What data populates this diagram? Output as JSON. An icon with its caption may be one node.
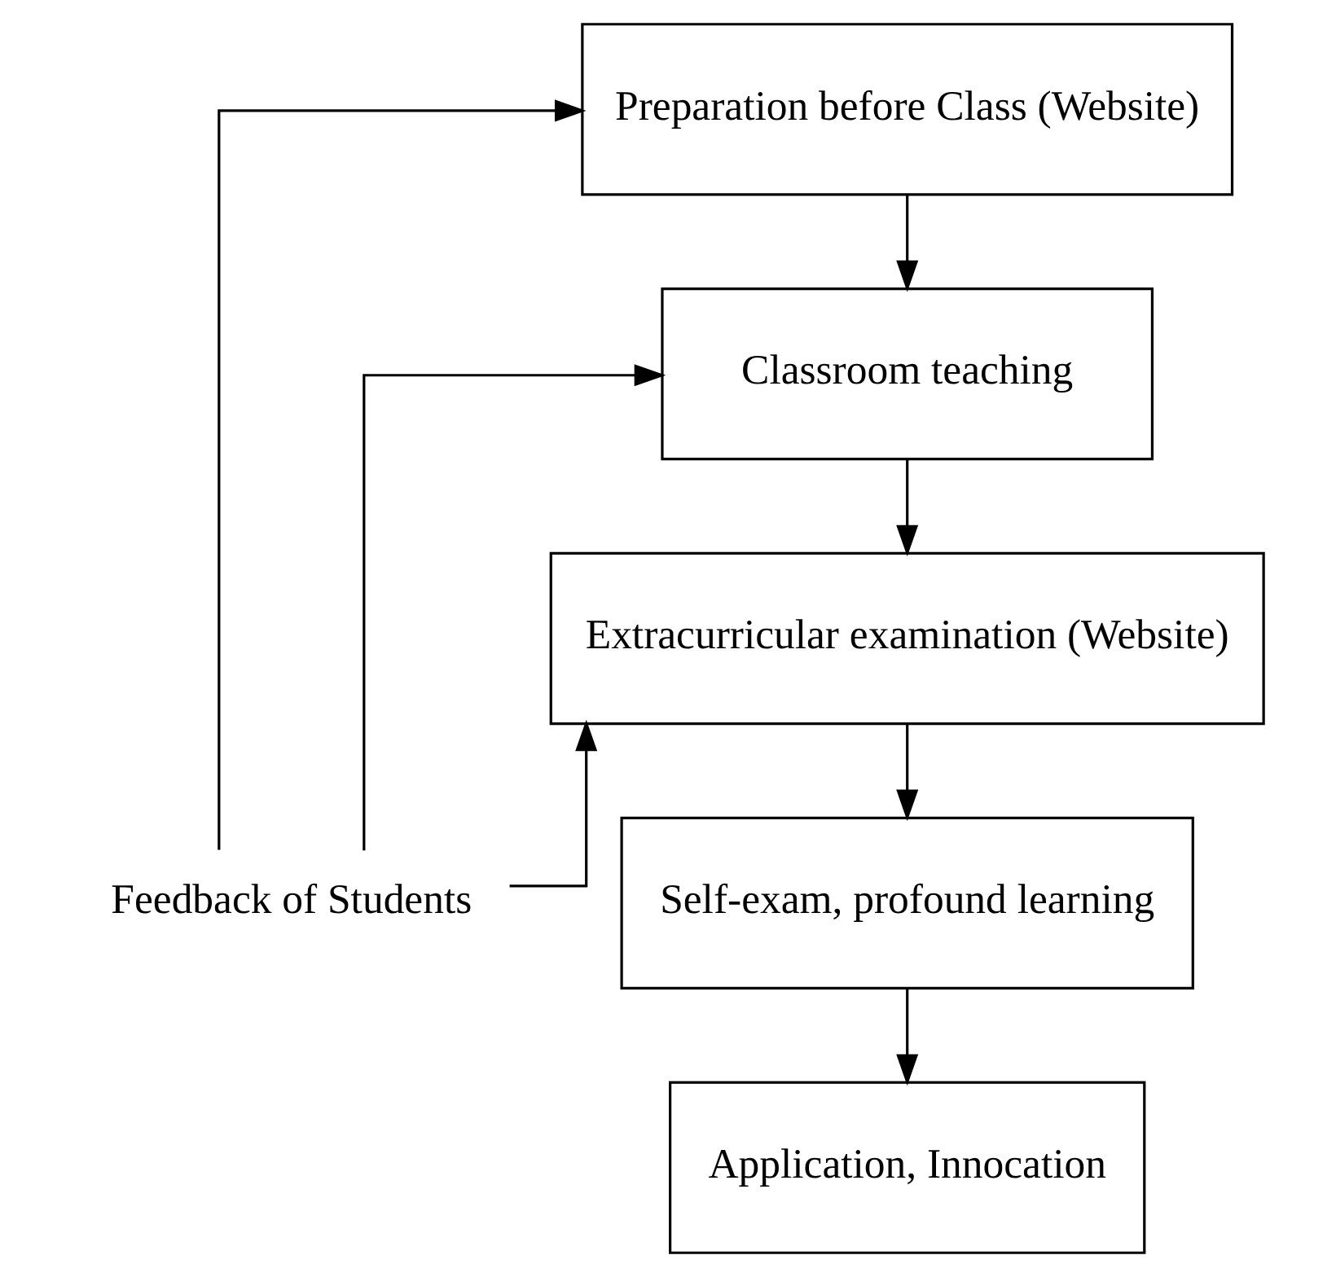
{
  "diagram": {
    "nodes": [
      {
        "text": [
          "Preparation before Class (Website)"
        ]
      },
      {
        "text": [
          "Classroom teaching"
        ]
      },
      {
        "text": [
          "Extracurricular examination (Website)"
        ]
      },
      {
        "text": [
          "Self-exam, profound learning"
        ]
      },
      {
        "text": [
          "Application, Innocation"
        ]
      },
      {
        "text": [
          "Feedback of Students"
        ]
      }
    ],
    "edges": [
      {
        "from": 0,
        "to": 1,
        "arrow": "to"
      },
      {
        "from": 1,
        "to": 2,
        "arrow": "to"
      },
      {
        "from": 2,
        "to": 3,
        "arrow": "to"
      },
      {
        "from": 3,
        "to": 4,
        "arrow": "to"
      },
      {
        "from": 5,
        "to": 0,
        "arrow": "to"
      },
      {
        "from": 5,
        "to": 1,
        "arrow": "to"
      },
      {
        "from": 5,
        "to": 2,
        "arrow": "to"
      }
    ]
  }
}
